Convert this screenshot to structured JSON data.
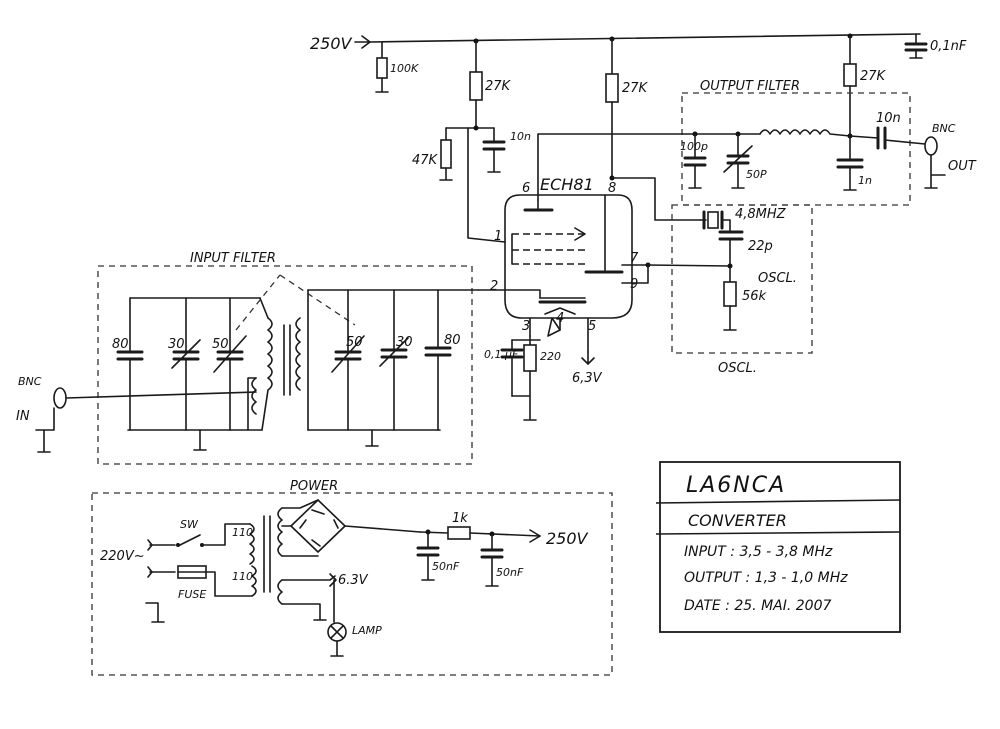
{
  "labels": {
    "v250_top": "250V",
    "r100k": "100K",
    "r27k_a": "27K",
    "r27k_b": "27K",
    "r27k_c": "27K",
    "r47k": "47K",
    "c10n": "10n",
    "c01nf": "0,1nF",
    "output_filter": "OUTPUT FILTER",
    "c100p": "100p",
    "c50p": "50P",
    "c10n_out": "10n",
    "c1n": "1n",
    "bnc_out": "BNC",
    "out": "OUT",
    "tube": "ECH81",
    "pin6": "6",
    "pin8": "8",
    "pin1": "1",
    "pin2": "2",
    "pin7": "7",
    "pin9": "9",
    "pin3": "3",
    "pin4": "4",
    "pin5": "5",
    "xtal": "4,8MHZ",
    "c22p": "22p",
    "oscl_near": "OSCL.",
    "r56k": "56k",
    "oscl_box": "OSCL.",
    "c01uf": "0,1 µF",
    "r220": "220",
    "v63_tube": "6,3V",
    "input_filter": "INPUT FILTER",
    "c80a": "80",
    "c30a": "30",
    "c50a": "50",
    "c50b": "50",
    "c30b": "30",
    "c80b": "80",
    "bnc_in": "BNC",
    "in": "IN",
    "power": "POWER",
    "v220": "220V~",
    "sw": "SW",
    "fuse": "FUSE",
    "t110a": "110",
    "t110b": "110",
    "r1k": "1k",
    "c50nf_a": "50nF",
    "c50nf_b": "50nF",
    "v250_out": "250V",
    "v63_pwr": "6.3V",
    "lamp": "LAMP"
  },
  "infobox": {
    "callsign": "LA6NCA",
    "device": "CONVERTER",
    "input": "INPUT : 3,5 - 3,8 MHz",
    "output": "OUTPUT : 1,3 - 1,0 MHz",
    "date": "DATE : 25. MAI. 2007"
  }
}
